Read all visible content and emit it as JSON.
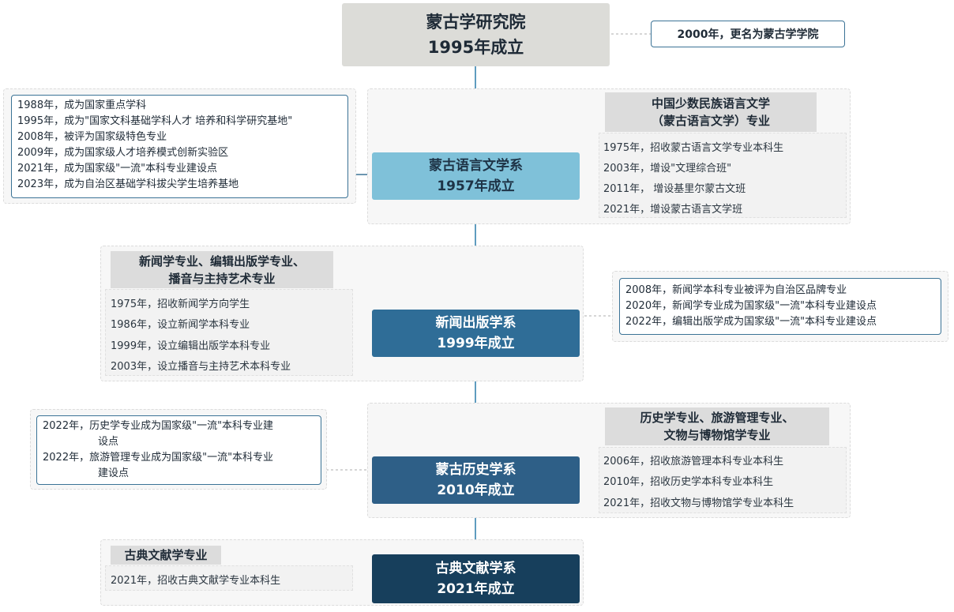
{
  "root": {
    "name": "蒙古学研究院",
    "year": "1995年成立",
    "note": "2000年，更名为蒙古学学院"
  },
  "departments": [
    {
      "name": "蒙古语言文学系",
      "year": "1957年成立",
      "honors": [
        "1988年，成为国家重点学科",
        "1995年，成为\"国家文科基础学科人才 培养和科学研究基地\"",
        "2008年，被评为国家级特色专业",
        "2009年，成为国家级人才培养模式创新实验区",
        "2021年，成为国家级\"一流\"本科专业建设点",
        "2023年，成为自治区基础学科拔尖学生培养基地"
      ],
      "major_line1": "中国少数民族语言文学",
      "major_line2": "（蒙古语言文学）专业",
      "milestones": [
        "1975年，招收蒙古语言文学专业本科生",
        "2003年，增设\"文理综合班\"",
        "2011年，  增设基里尔蒙古文班",
        "2021年，增设蒙古语言文学班"
      ]
    },
    {
      "name": "新闻出版学系",
      "year": "1999年成立",
      "major_line1": "新闻学专业、编辑出版学专业、",
      "major_line2": "播音与主持艺术专业",
      "milestones": [
        "1975年，招收新闻学方向学生",
        "1986年，设立新闻学本科专业",
        "1999年，设立编辑出版学本科专业",
        "2003年，设立播音与主持艺术本科专业"
      ],
      "honors": [
        "2008年，新闻学本科专业被评为自治区品牌专业",
        "2020年，新闻学专业成为国家级\"一流\"本科专业建设点",
        "2022年，编辑出版学成为国家级\"一流\"本科专业建设点"
      ]
    },
    {
      "name": "蒙古历史学系",
      "year": "2010年成立",
      "honors_a1": "2022年，历史学专业成为国家级\"一流\"本科专业建",
      "honors_a2": "设点",
      "honors_b1": "2022年，旅游管理专业成为国家级\"一流\"本科专业",
      "honors_b2": "建设点",
      "major_line1": "历史学专业、旅游管理专业、",
      "major_line2": "文物与博物馆学专业",
      "milestones": [
        "2006年，招收旅游管理本科专业本科生",
        "2010年，招收历史学本科专业本科生",
        "2021年，招收文物与博物馆学专业本科生"
      ]
    },
    {
      "name": "古典文献学系",
      "year": "2021年成立",
      "major_line1": "古典文献学专业",
      "milestones": [
        "2021年，招收古典文献学专业本科生"
      ]
    }
  ],
  "colors": {
    "root": "#dcdcd8",
    "dept1": "#7fc1d9",
    "dept2": "#2f6d97",
    "dept3": "#2e5f87",
    "dept4": "#173f5c",
    "outline": "#3b7396"
  }
}
